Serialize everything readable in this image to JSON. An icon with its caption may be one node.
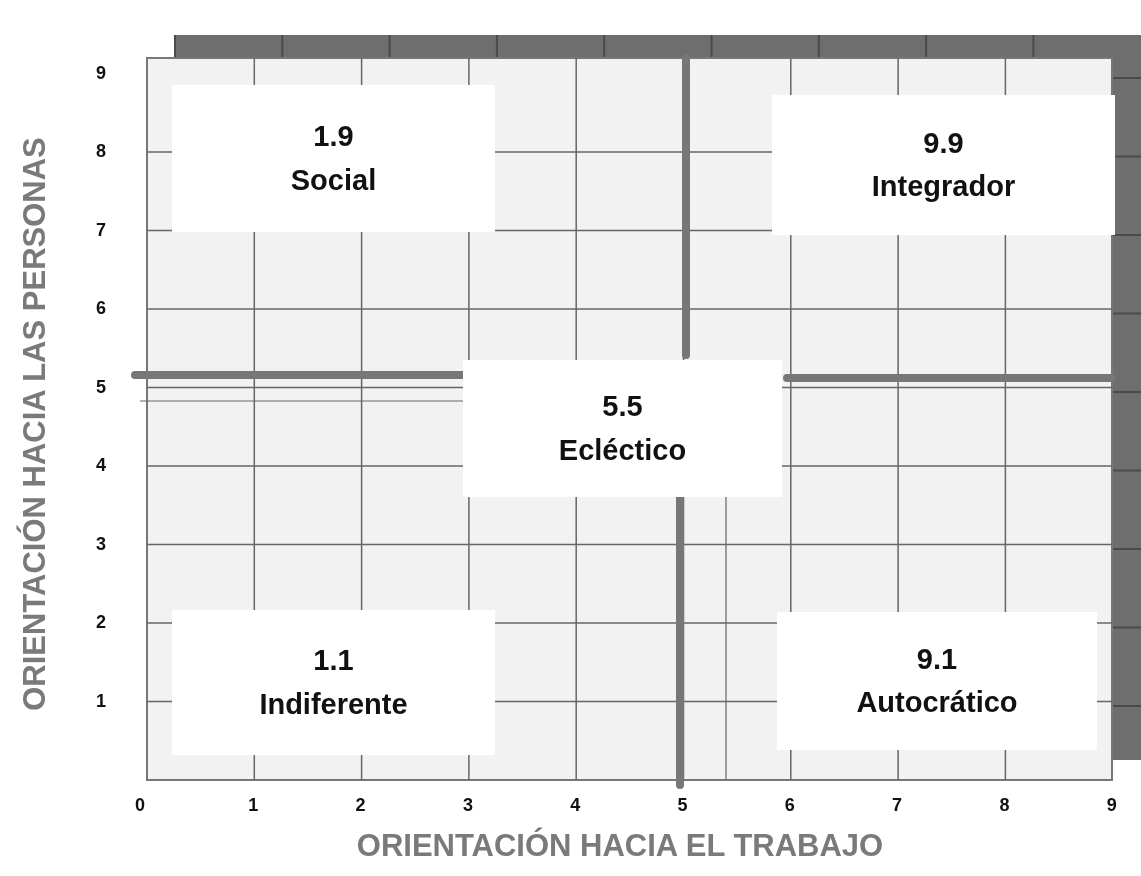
{
  "diagram": {
    "nodes": [
      {
        "text": [
          "1.9",
          "Social"
        ]
      },
      {
        "text": [
          "9.9",
          "Integrador"
        ]
      },
      {
        "text": [
          "5.5",
          "Ecléctico"
        ]
      },
      {
        "text": [
          "1.1",
          "Indiferente"
        ]
      },
      {
        "text": [
          "9.1",
          "Autocrático"
        ]
      }
    ],
    "labels": [
      "ORIENTACIÓN HACIA LAS PERSONAS",
      "9",
      "8",
      "7",
      "6",
      "5",
      "4",
      "3",
      "2",
      "1",
      "0",
      "1",
      "2",
      "3",
      "4",
      "5",
      "6",
      "7",
      "8",
      "9",
      "ORIENTACIÓN HACIA EL TRABAJO"
    ]
  }
}
